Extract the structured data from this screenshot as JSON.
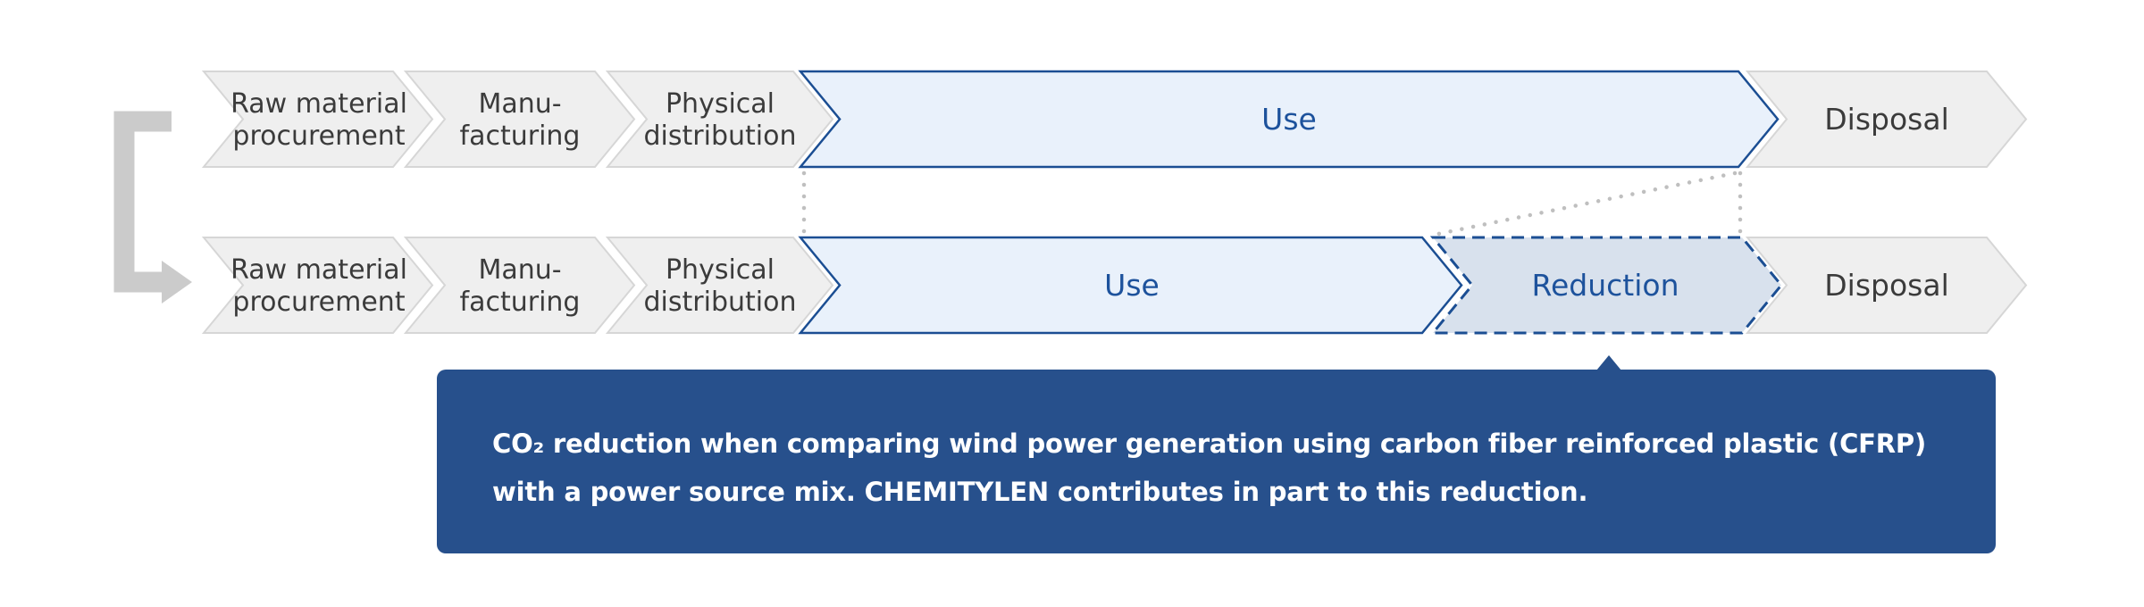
{
  "diagram": {
    "title_semantic": "Product lifecycle CO2 reduction flow",
    "top_row": {
      "steps": [
        {
          "line1": "Raw material",
          "line2": "procurement"
        },
        {
          "line1": "Manu-",
          "line2": "facturing"
        },
        {
          "line1": "Physical",
          "line2": "distribution"
        },
        {
          "label": "Use"
        },
        {
          "label": "Disposal"
        }
      ]
    },
    "bottom_row": {
      "steps": [
        {
          "line1": "Raw material",
          "line2": "procurement"
        },
        {
          "line1": "Manu-",
          "line2": "facturing"
        },
        {
          "line1": "Physical",
          "line2": "distribution"
        },
        {
          "label": "Use"
        },
        {
          "label": "Reduction"
        },
        {
          "label": "Disposal"
        }
      ]
    }
  },
  "callout": {
    "line1": "CO₂ reduction when comparing wind power generation using carbon fiber reinforced plastic (CFRP)",
    "line2": "with a power source mix. CHEMITYLEN contributes in part to this reduction."
  },
  "colors": {
    "accent_blue_border": "#1b4e93",
    "accent_blue_text": "#1d529c",
    "use_fill": "#e9f1fb",
    "reduction_fill": "#d8e1ed",
    "gray_step_fill": "#efefef",
    "gray_step_border": "#d6d6d6",
    "dark_text": "#3b3b3b",
    "callout_background": "#27508c",
    "callout_text": "#ffffff",
    "dotted_connector": "#bfbfbf",
    "loop_arrow": "#cbcbcb"
  }
}
